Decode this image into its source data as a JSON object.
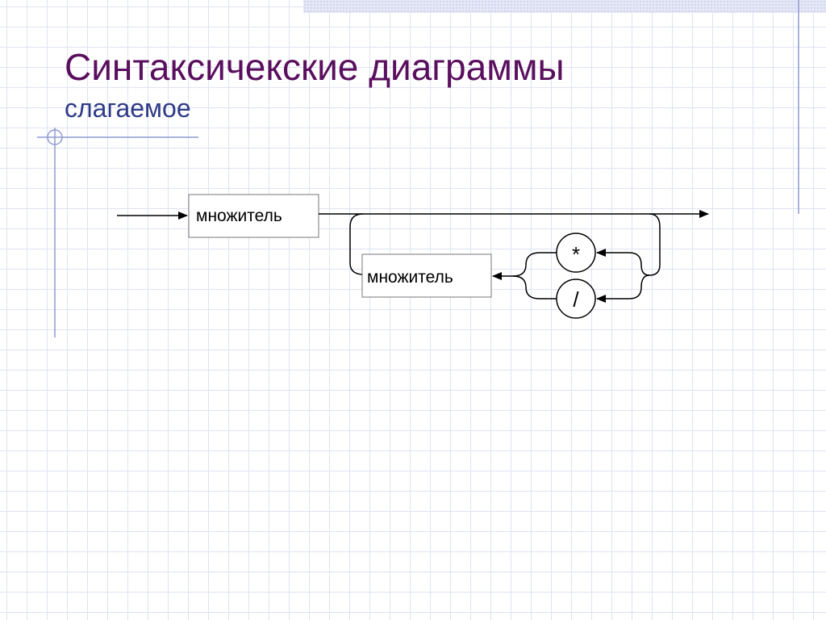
{
  "slide": {
    "title": "Синтаксичекские диаграммы",
    "subtitle": "слагаемое"
  },
  "diagram": {
    "main_box_label": "множитель",
    "loop_box_label": "множитель",
    "operators": [
      "*",
      "/"
    ]
  },
  "colors": {
    "title": "#5a0f5e",
    "subtitle": "#2e3a86",
    "grid": "#dfe3f2",
    "rule": "#8f9bd1"
  }
}
